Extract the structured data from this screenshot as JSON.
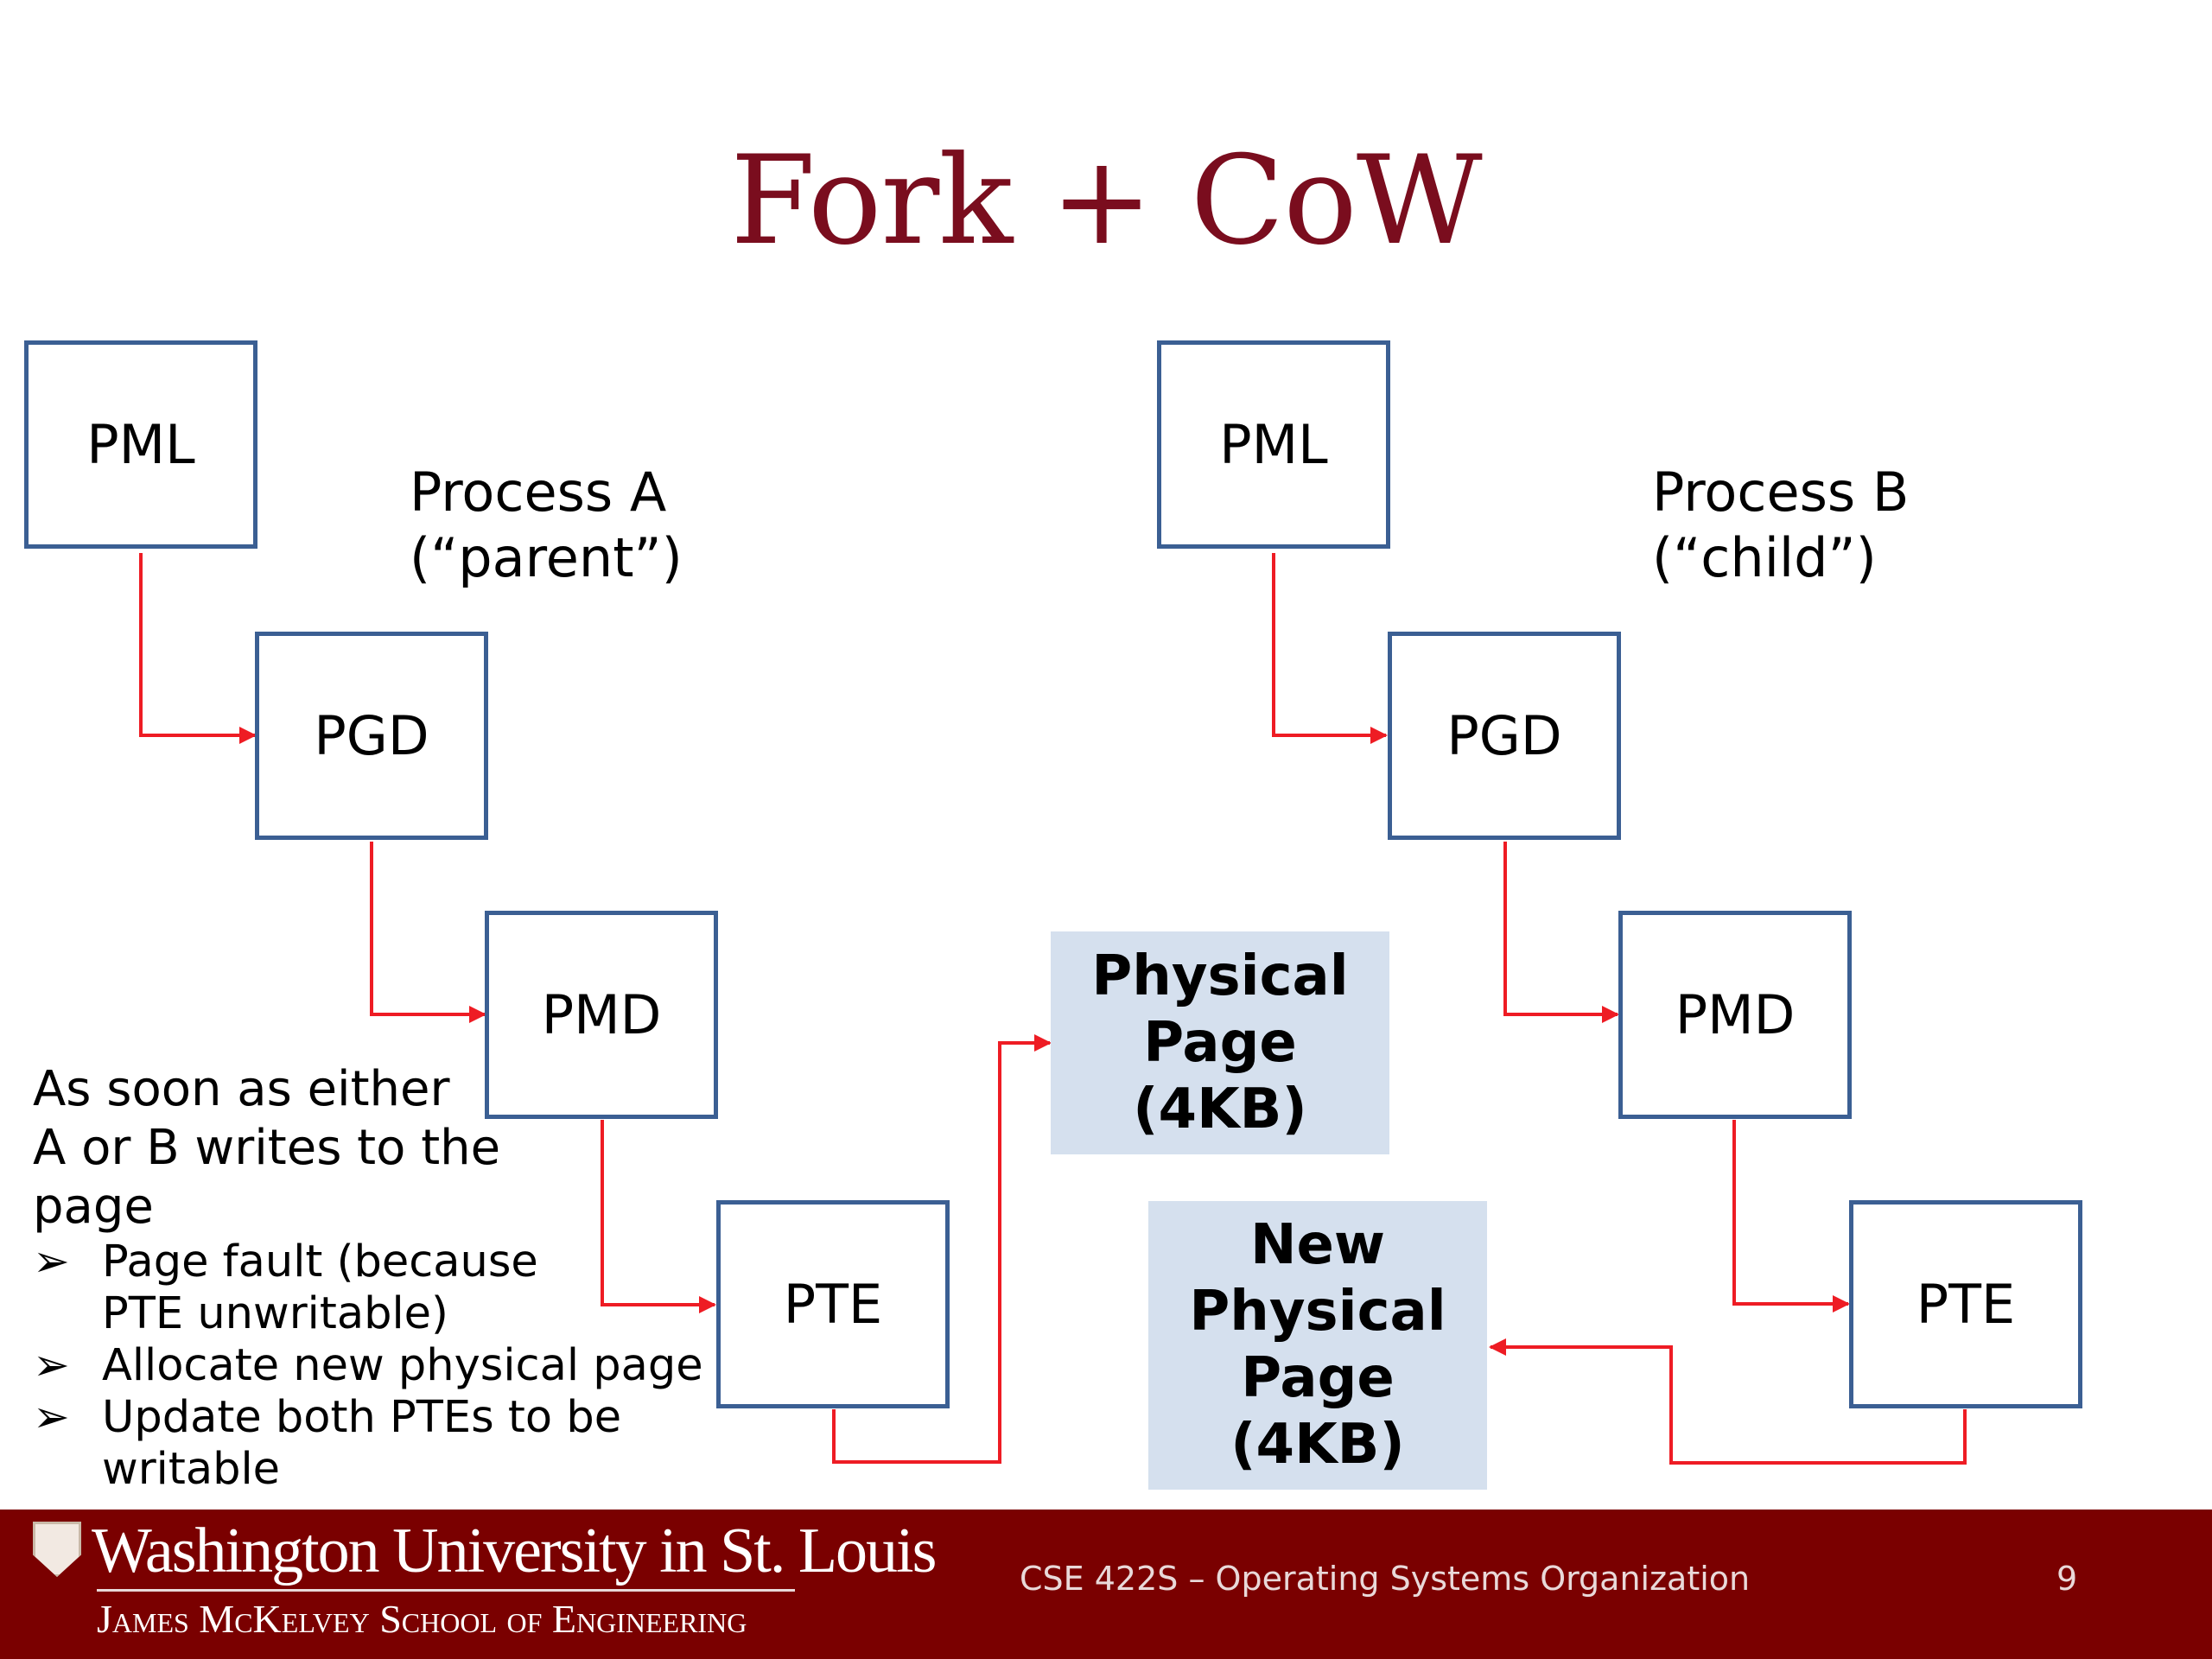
{
  "title": "Fork + CoW",
  "process_a": {
    "line1": "Process A",
    "line2": "(“parent”)"
  },
  "process_b": {
    "line1": "Process B",
    "line2": "(“child”)"
  },
  "levels": {
    "pml": "PML",
    "pgd": "PGD",
    "pmd": "PMD",
    "pte": "PTE"
  },
  "physical_page": {
    "line1": "Physical",
    "line2": "Page",
    "line3": "(4KB)"
  },
  "new_physical_page": {
    "line1": "New",
    "line2": "Physical",
    "line3": "Page",
    "line4": "(4KB)"
  },
  "notes": {
    "lead": [
      "As soon as either",
      "A or B writes to the",
      "page"
    ],
    "bullet_glyph": "➢",
    "bullets": [
      [
        "Page fault (because",
        "PTE unwritable)"
      ],
      [
        "Allocate new physical page"
      ],
      [
        "Update both PTEs to be",
        "writable"
      ]
    ]
  },
  "footer": {
    "university": "Washington University in St. Louis",
    "school": "James McKelvey School of Engineering",
    "course": "CSE 422S – Operating Systems Organization",
    "page_number": "9"
  },
  "colors": {
    "title": "#7a0d1e",
    "box_border": "#3b5f93",
    "arrow": "#ee1c24",
    "page_fill": "#d5e0ee",
    "footer_bg": "#7a0000"
  }
}
